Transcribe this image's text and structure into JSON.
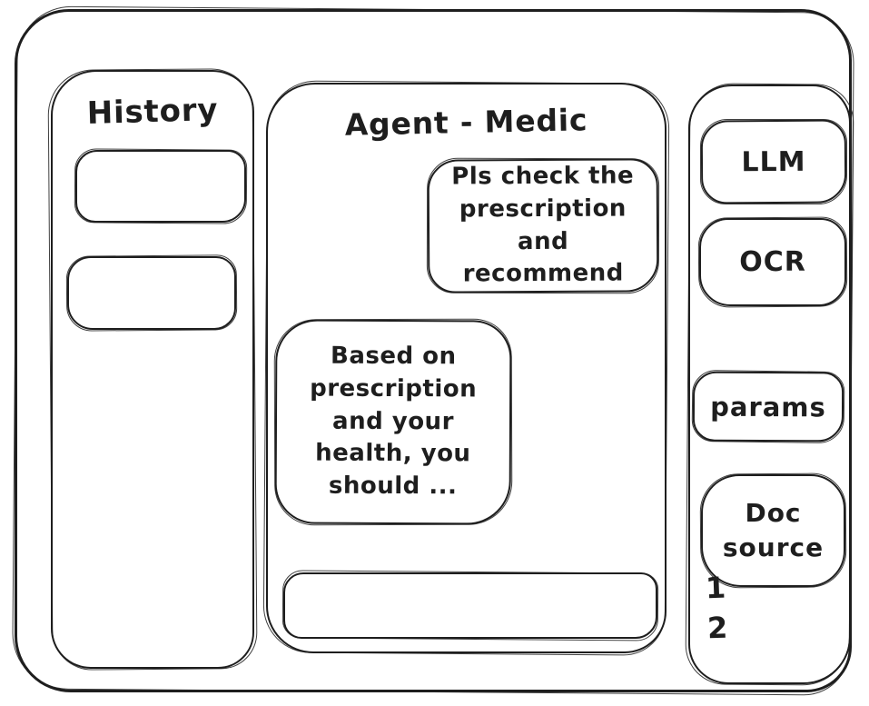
{
  "colors": {
    "stroke": "#1e1e1e",
    "canvas": "#ffffff"
  },
  "history_panel": {
    "title": "History",
    "items": [
      {
        "label": ""
      },
      {
        "label": ""
      }
    ]
  },
  "chat_panel": {
    "title": "Agent - Medic",
    "messages": [
      {
        "role": "user",
        "text": "Pls check the prescription and recommend"
      },
      {
        "role": "assistant",
        "text": "Based on prescription and your health, you should ..."
      }
    ],
    "input": {
      "value": ""
    }
  },
  "tools_panel": {
    "llm_label": "LLM",
    "ocr_label": "OCR",
    "params_label": "params",
    "doc_source_label": "Doc source",
    "doc_source_items": [
      "1",
      "2"
    ]
  }
}
